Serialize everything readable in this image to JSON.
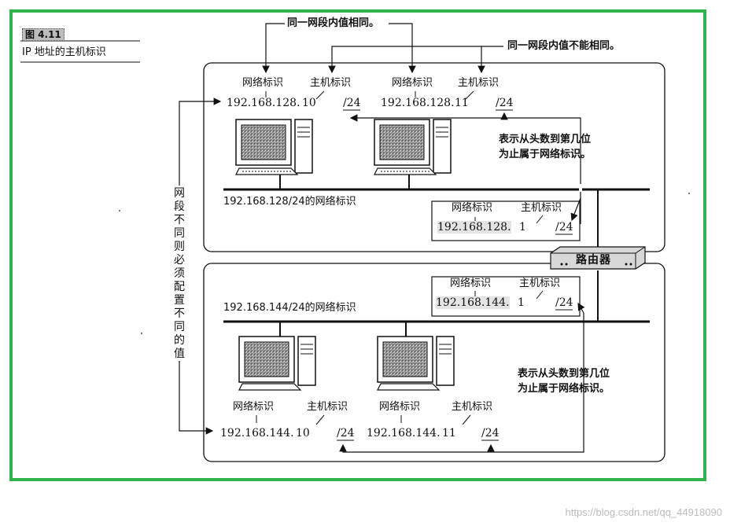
{
  "figure": {
    "tag": "图 4.11",
    "title": "IP 地址的主机标识"
  },
  "callouts": {
    "same_network": "同一网段内值相同。",
    "different_host": "同一网段内值不能相同。",
    "prefix_top": "表示从头数到第几位\n为止属于网络标识。",
    "prefix_bottom": "表示从头数到第几位\n为止属于网络标识。",
    "vertical": "网段不同则必须配置不同的值"
  },
  "labels": {
    "network_id": "网络标识",
    "host_id": "主机标识"
  },
  "top_segment": {
    "name": "192.168.128/24的网络标识",
    "hosts": [
      {
        "network": "192.168.128.",
        "host": "10",
        "prefix": "/24"
      },
      {
        "network": "192.168.128.",
        "host": "11",
        "prefix": "/24"
      }
    ],
    "router_if": {
      "network": "192.168.128.",
      "host": "1",
      "prefix": "/24"
    }
  },
  "bottom_segment": {
    "name": "192.168.144/24的网络标识",
    "hosts": [
      {
        "network": "192.168.144.",
        "host": "10",
        "prefix": "/24"
      },
      {
        "network": "192.168.144.",
        "host": "11",
        "prefix": "/24"
      }
    ],
    "router_if": {
      "network": "192.168.144.",
      "host": "1",
      "prefix": "/24"
    }
  },
  "router": "路由器",
  "watermark": "https://blog.csdn.net/qq_44918090"
}
